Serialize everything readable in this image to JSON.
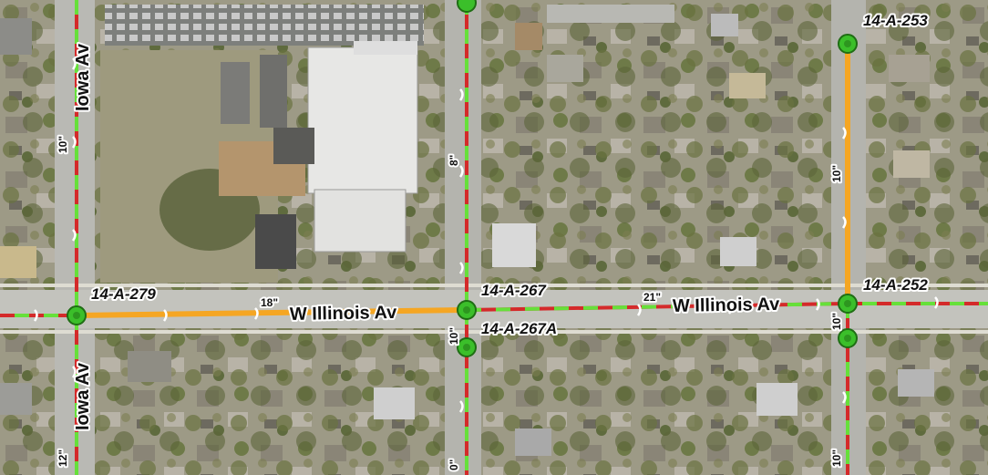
{
  "map": {
    "street_labels": {
      "iowa_north": "Iowa Av",
      "iowa_south": "Iowa Av",
      "illinois_west": "W Illinois Av",
      "illinois_east": "W Illinois Av"
    },
    "pipe_size_labels": {
      "iowa_n": "10\"",
      "iowa_s": "12\"",
      "illinois_w": "18\"",
      "illinois_e": "21\"",
      "mid_n": "8\"",
      "mid_s": "10\"",
      "mid_bottom": "0\"",
      "east_n": "10\"",
      "east_s": "10\"",
      "east_bottom": "10\""
    },
    "node_labels": {
      "n279": "14-A-279",
      "n267": "14-A-267",
      "n267a": "14-A-267A",
      "n253": "14-A-253",
      "n252": "14-A-252"
    },
    "colors": {
      "main_orange": "#f5a623",
      "segment_green": "#66e03a",
      "segment_red": "#d42a2a",
      "node_fill": "#3bbf2a",
      "node_stroke": "#1f6d14"
    },
    "icons": {
      "manhole": "manhole-node-icon",
      "flow_arrow": "flow-direction-icon"
    }
  }
}
